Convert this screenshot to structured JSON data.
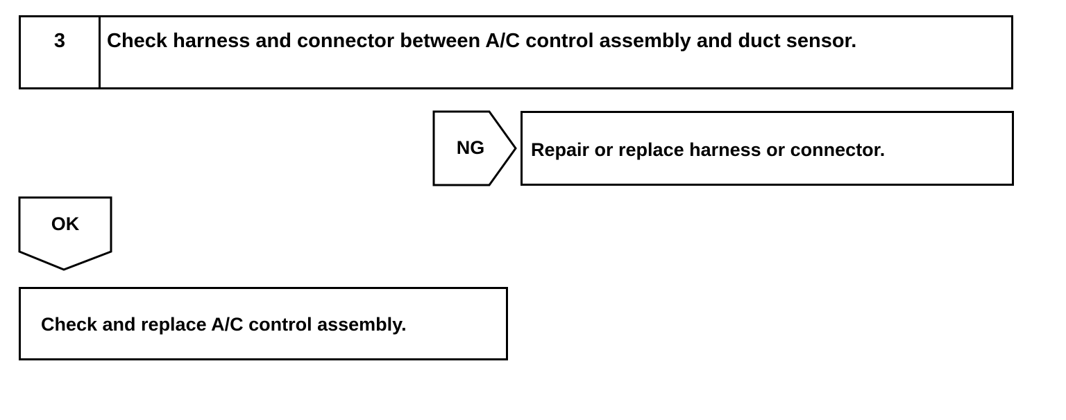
{
  "step": {
    "number": "3",
    "title": "Check harness and connector between A/C control assembly and duct sensor."
  },
  "ng_branch": {
    "label": "NG",
    "action": "Repair or replace harness or connector."
  },
  "ok_branch": {
    "label": "OK",
    "action": "Check and replace A/C control assembly."
  },
  "colors": {
    "line": "#000000",
    "background": "#ffffff"
  }
}
